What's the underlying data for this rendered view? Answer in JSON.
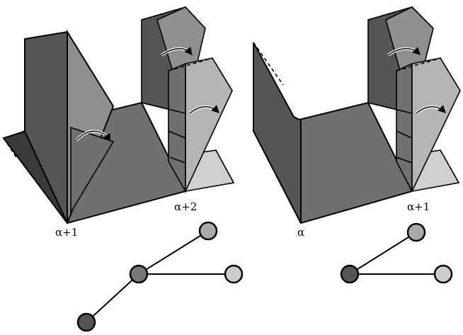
{
  "figure": {
    "left": {
      "labels": {
        "alpha_left": "α+1",
        "alpha_right": "α+2"
      },
      "graph": {
        "node_colors": [
          "#555555",
          "#777777",
          "#aaaaaa",
          "#cccccc"
        ]
      }
    },
    "right": {
      "labels": {
        "alpha_left": "α",
        "alpha_right": "α+1"
      },
      "graph": {
        "node_colors": [
          "#555555",
          "#aaaaaa",
          "#cccccc"
        ]
      }
    },
    "colors": {
      "dark": "#3a3a3a",
      "mid_dark": "#555555",
      "mid": "#707070",
      "light_mid": "#8f8f8f",
      "light": "#b5b5b5",
      "lightest": "#d0d0d0"
    }
  }
}
